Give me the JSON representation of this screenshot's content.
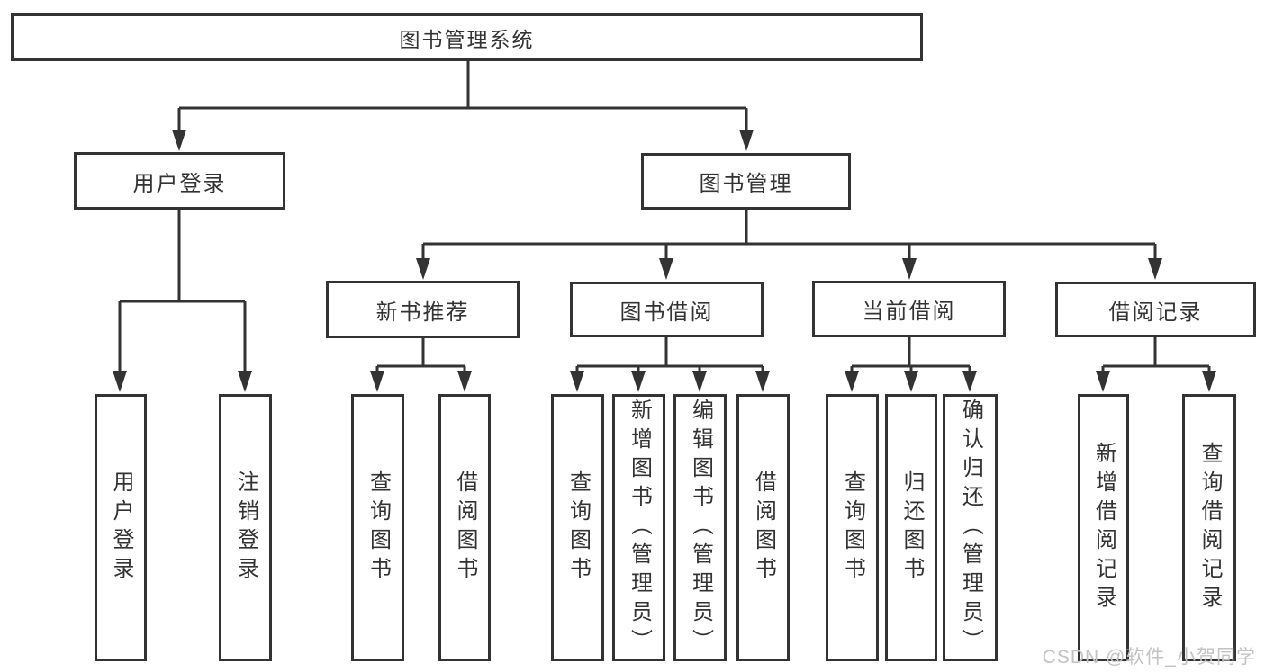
{
  "diagram_title": "图书管理系统",
  "tree": {
    "root": {
      "label": "图书管理系统",
      "children": [
        {
          "label": "用户登录",
          "children": [
            {
              "label": "用户登录"
            },
            {
              "label": "注销登录"
            }
          ]
        },
        {
          "label": "图书管理",
          "children": [
            {
              "label": "新书推荐",
              "children": [
                {
                  "label": "查询图书"
                },
                {
                  "label": "借阅图书"
                }
              ]
            },
            {
              "label": "图书借阅",
              "children": [
                {
                  "label": "查询图书"
                },
                {
                  "label": "新增图书（管理员）"
                },
                {
                  "label": "编辑图书（管理员）"
                },
                {
                  "label": "借阅图书"
                }
              ]
            },
            {
              "label": "当前借阅",
              "children": [
                {
                  "label": "查询图书"
                },
                {
                  "label": "归还图书"
                },
                {
                  "label": "确认归还（管理员）"
                }
              ]
            },
            {
              "label": "借阅记录",
              "children": [
                {
                  "label": "新增借阅记录"
                },
                {
                  "label": "查询借阅记录"
                }
              ]
            }
          ]
        }
      ]
    }
  },
  "watermark": {
    "text": "CSDN @软件_小贺同学"
  },
  "colors": {
    "line": "#333333",
    "text": "#333333",
    "box_background": "#ffffff",
    "page_background": "#ffffff",
    "watermark": "#c3c3c3"
  }
}
